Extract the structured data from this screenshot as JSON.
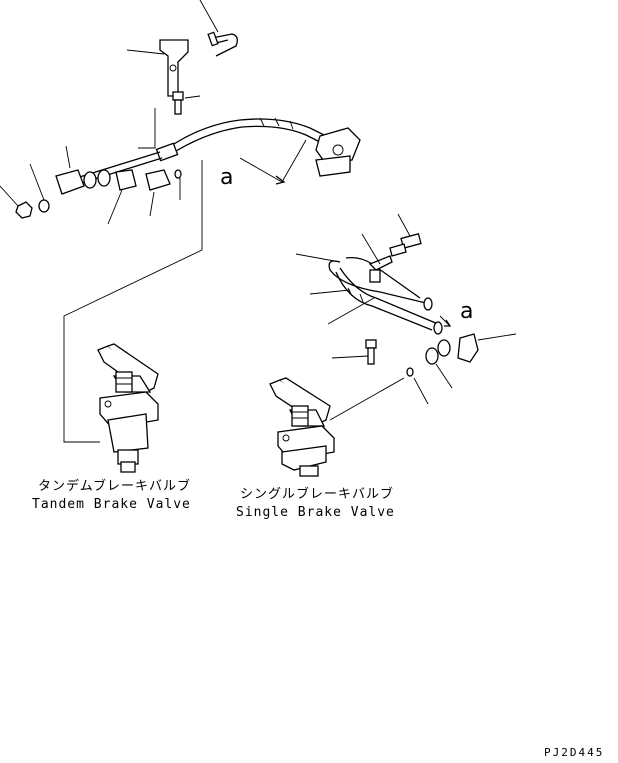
{
  "diagram": {
    "view_letter_upper": "a",
    "view_letter_lower": "a",
    "tandem_label_jp": "タンデムブレーキバルブ",
    "tandem_label_en": "Tandem Brake Valve",
    "single_label_jp": "シングルブレーキバルブ",
    "single_label_en": "Single Brake Valve",
    "drawing_code": "PJ2D445"
  }
}
